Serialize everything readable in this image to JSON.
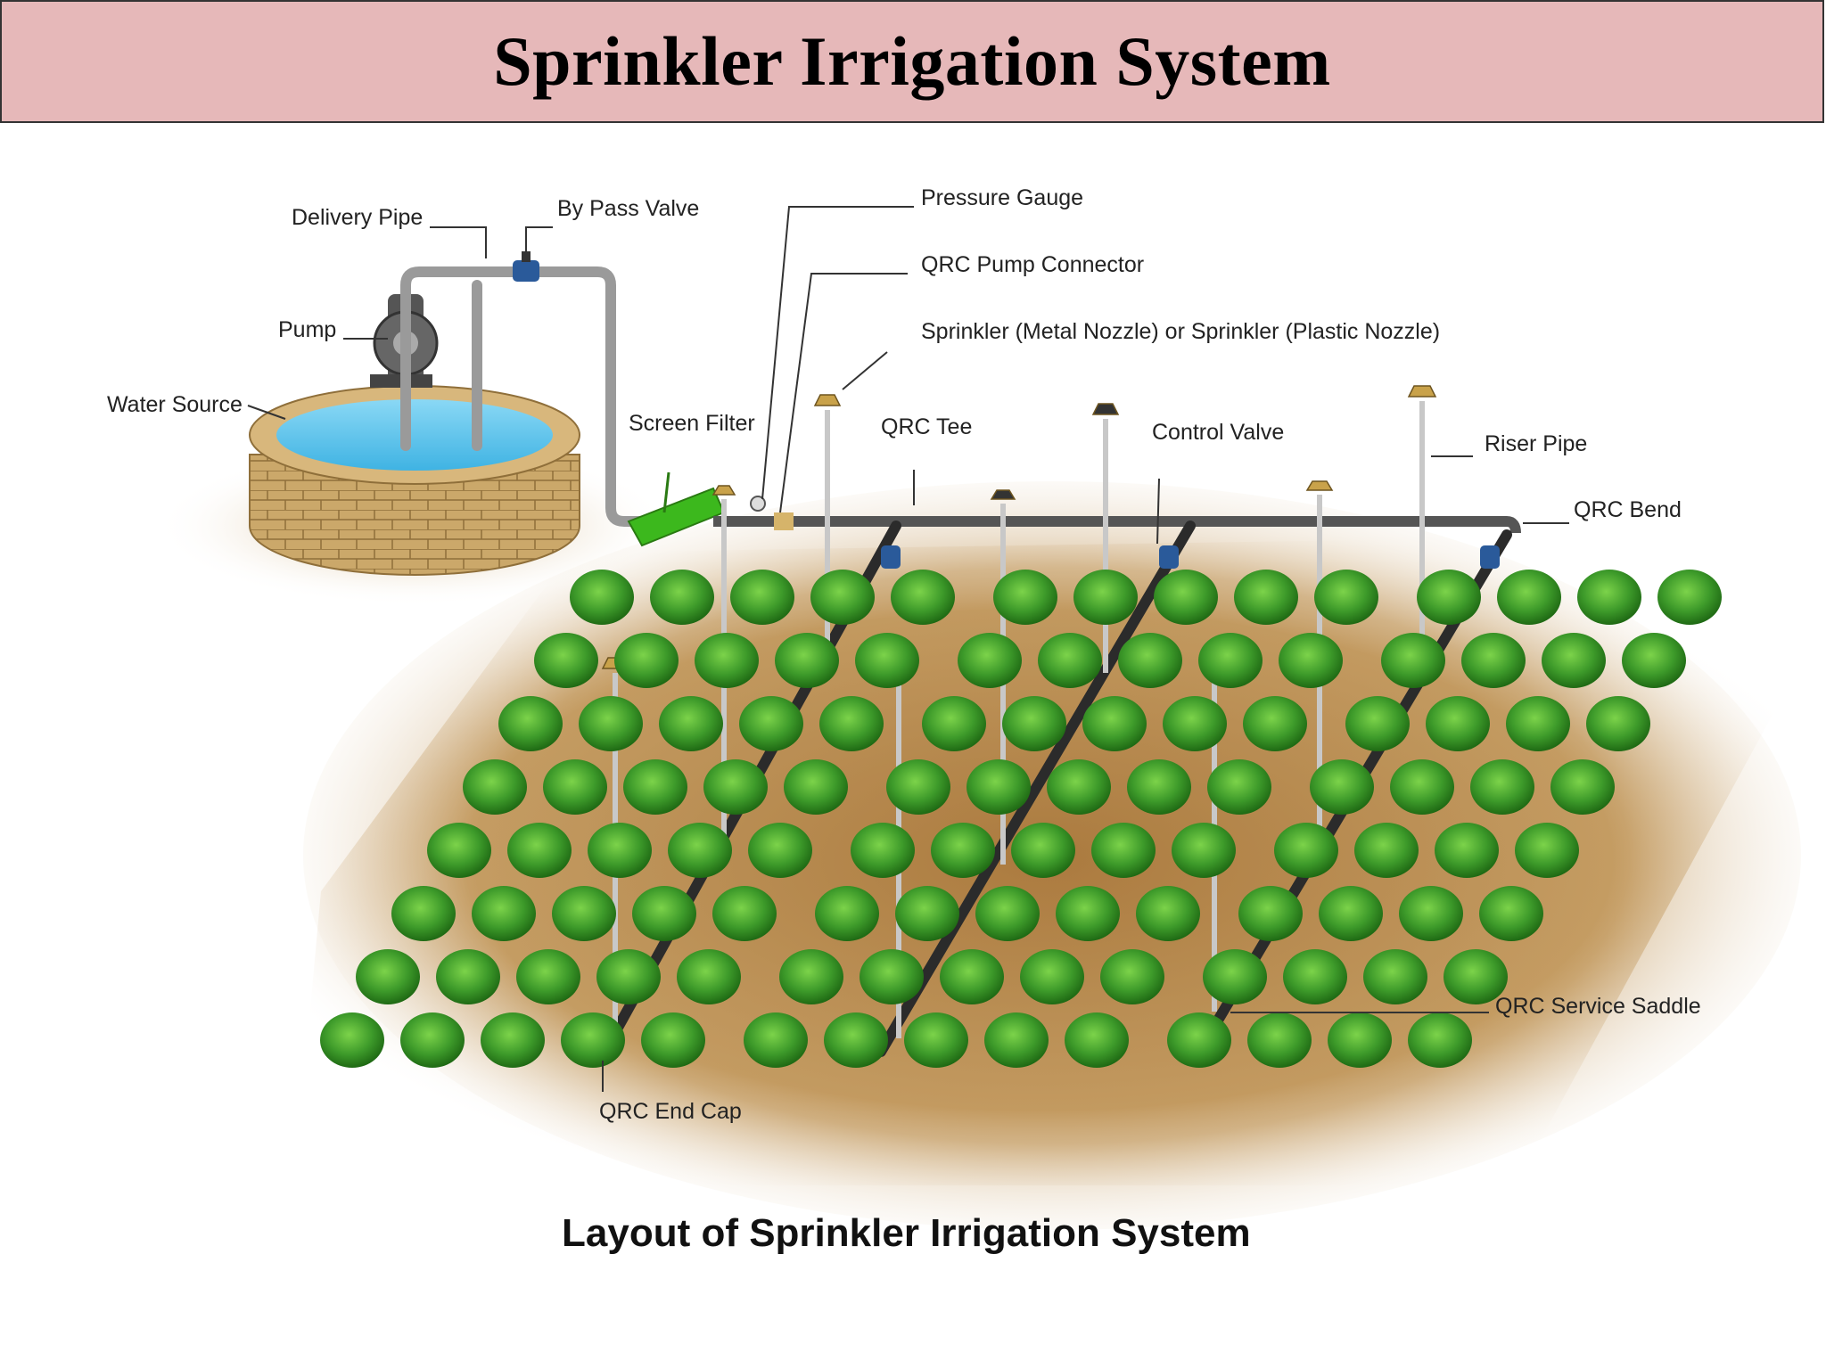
{
  "title": "Sprinkler Irrigation System",
  "caption": "Layout of Sprinkler Irrigation System",
  "labels": {
    "delivery_pipe": "Delivery Pipe",
    "by_pass_valve": "By Pass Valve",
    "pump": "Pump",
    "water_source": "Water Source",
    "screen_filter": "Screen Filter",
    "pressure_gauge": "Pressure Gauge",
    "qrc_pump_connector": "QRC Pump Connector",
    "sprinkler": "Sprinkler (Metal Nozzle) or Sprinkler (Plastic Nozzle)",
    "qrc_tee": "QRC Tee",
    "control_valve": "Control Valve",
    "riser_pipe": "Riser Pipe",
    "qrc_bend": "QRC Bend",
    "qrc_service_saddle": "QRC Service Saddle",
    "qrc_end_cap": "QRC End Cap"
  },
  "colors": {
    "title_bar_bg": "#e6b8b9",
    "soil": "#b88f52",
    "water": "#5cc3ec",
    "brick": "#c9a464",
    "plant": "#3d9a2a",
    "filter": "#3cb81d",
    "pipe_main": "#555555",
    "pipe_lateral": "#2b2b2b",
    "riser": "#c8c8c8"
  }
}
